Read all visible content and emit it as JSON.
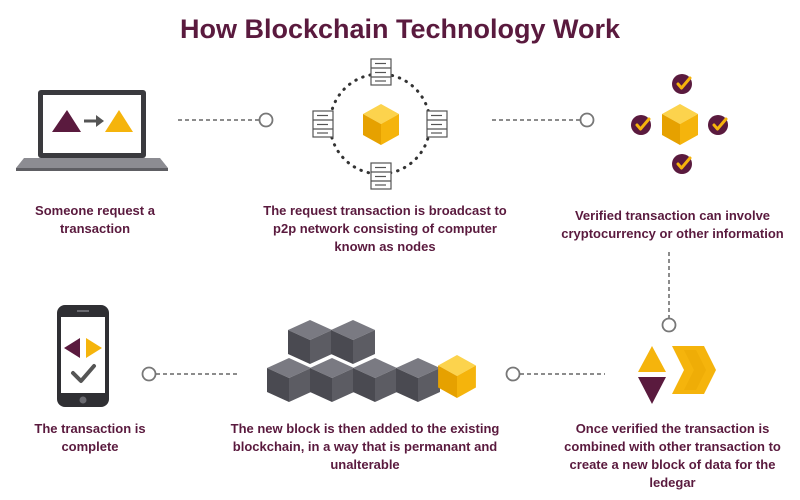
{
  "title": "How Blockchain Technology Work",
  "steps": [
    {
      "caption": "Someone request a transaction",
      "icon": "laptop-icon"
    },
    {
      "caption": "The request transaction is broadcast to p2p network consisting  of computer known as nodes",
      "icon": "server-network-icon"
    },
    {
      "caption": "Verified transaction can involve cryptocurrency  or other information",
      "icon": "verified-cube-icon"
    },
    {
      "caption": "Once verified the transaction is combined with other transaction to create a new block of data for the ledegar",
      "icon": "combine-blocks-icon"
    },
    {
      "caption": "The new block is then added to the existing blockchain, in a way that is permanant and unalterable",
      "icon": "blockchain-icon"
    },
    {
      "caption": "The transaction is complete",
      "icon": "smartphone-check-icon"
    }
  ],
  "colors": {
    "title": "#5a1a3e",
    "accent_gold": "#f5b40c",
    "accent_purple": "#5a1a3e",
    "block_gray": "#5c5c63",
    "connector": "#666666"
  }
}
